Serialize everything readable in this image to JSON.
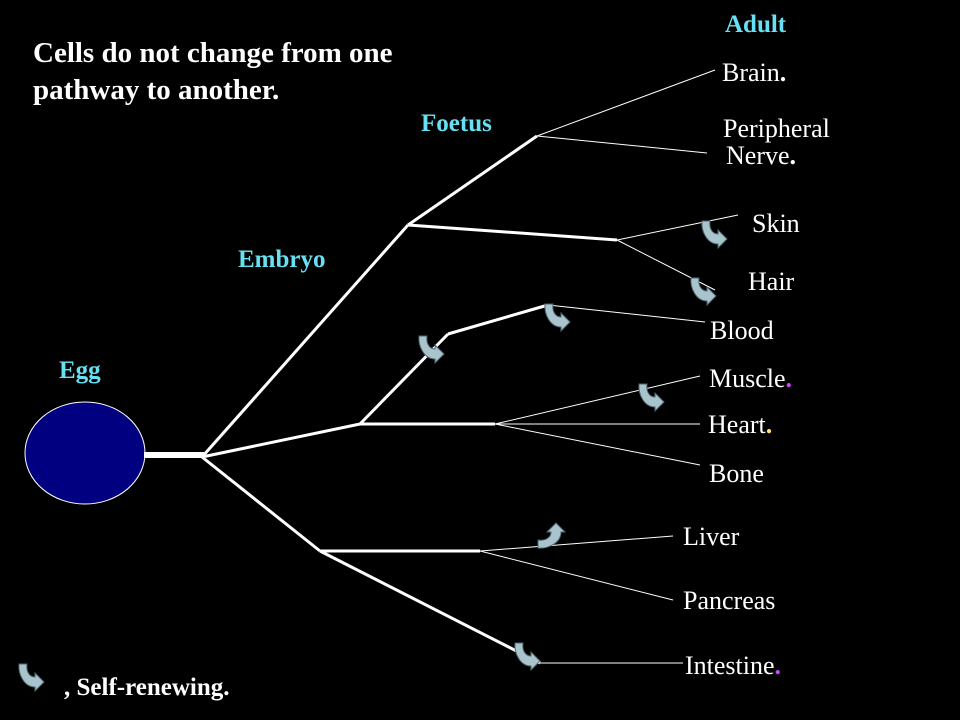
{
  "title": {
    "line1": "Cells do not change from one",
    "line2": "pathway to another."
  },
  "stages": {
    "adult": "Adult",
    "foetus": "Foetus",
    "embryo": "Embryo",
    "egg": "Egg"
  },
  "tissues": [
    {
      "label": "Brain",
      "dot": "."
    },
    {
      "label": "Peripheral",
      "dot": ""
    },
    {
      "label": "Nerve",
      "dot": "."
    },
    {
      "label": "Skin",
      "dot": ""
    },
    {
      "label": "Hair",
      "dot": ""
    },
    {
      "label": "Blood",
      "dot": ""
    },
    {
      "label": "Muscle",
      "dot": "."
    },
    {
      "label": "Heart",
      "dot": "."
    },
    {
      "label": "Bone",
      "dot": ""
    },
    {
      "label": "Liver",
      "dot": ""
    },
    {
      "label": "Pancreas",
      "dot": ""
    },
    {
      "label": "Intestine",
      "dot": "."
    }
  ],
  "legend": {
    "icon": "self-renewing-arrow-icon",
    "label": ", Self-renewing."
  },
  "colors": {
    "background": "#000000",
    "egg_fill": "#000080",
    "stage_label": "#66e0f2",
    "arrow_fill": "#a9c4cc",
    "dot_purple": "#cc44ff"
  }
}
